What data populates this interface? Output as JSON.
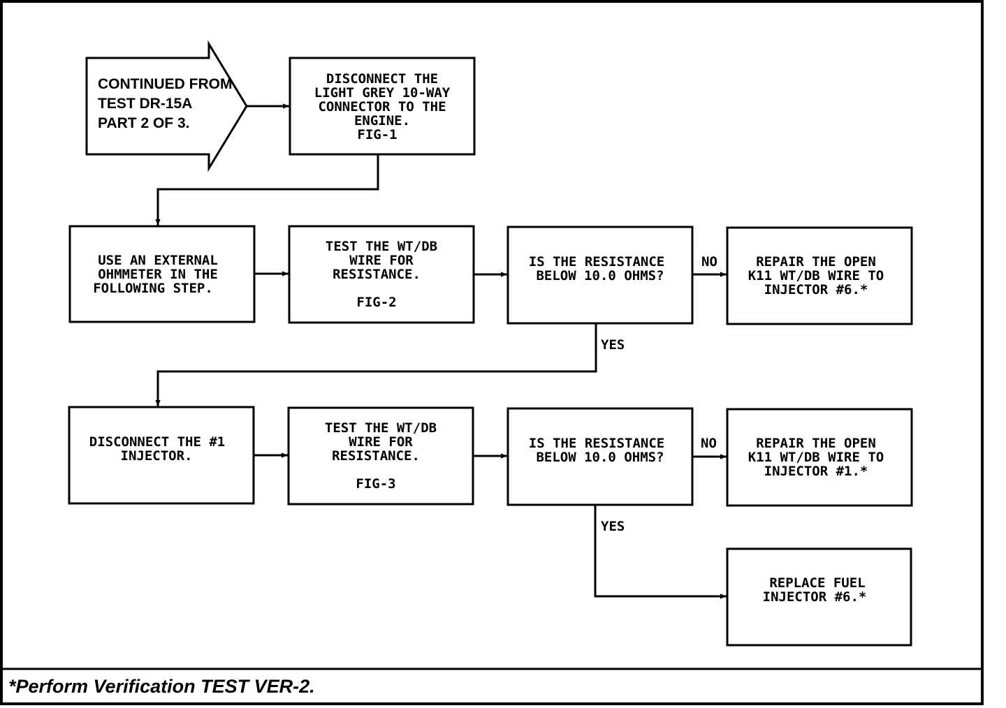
{
  "start": {
    "lines": [
      "CONTINUED FROM",
      "TEST DR-15A",
      "PART 2 OF 3."
    ]
  },
  "steps": {
    "disconnect_10way": [
      "DISCONNECT THE",
      "LIGHT GREY 10-WAY",
      "CONNECTOR TO THE",
      "ENGINE.",
      "FIG-1"
    ],
    "use_ohmmeter": [
      "USE AN EXTERNAL",
      "OHMMETER IN THE",
      "FOLLOWING STEP."
    ],
    "test_wire_1": [
      "TEST THE WT/DB",
      "WIRE FOR",
      "RESISTANCE.",
      "FIG-2"
    ],
    "decision_1": [
      "IS THE RESISTANCE",
      "BELOW 10.0 OHMS?"
    ],
    "repair_6": [
      "REPAIR THE OPEN",
      "K11 WT/DB WIRE TO",
      "INJECTOR #6.*"
    ],
    "disconnect_injector1": [
      "DISCONNECT THE #1",
      "INJECTOR."
    ],
    "test_wire_2": [
      "TEST THE WT/DB",
      "WIRE FOR",
      "RESISTANCE.",
      "FIG-3"
    ],
    "decision_2": [
      "IS THE RESISTANCE",
      "BELOW 10.0 OHMS?"
    ],
    "repair_1": [
      "REPAIR THE OPEN",
      "K11 WT/DB WIRE TO",
      "INJECTOR #1.*"
    ],
    "replace_injector": [
      "REPLACE FUEL",
      "INJECTOR #6.*"
    ]
  },
  "labels": {
    "no_1": "NO",
    "yes_1": "YES",
    "no_2": "NO",
    "yes_2": "YES"
  },
  "footnote": "*Perform Verification TEST VER-2."
}
